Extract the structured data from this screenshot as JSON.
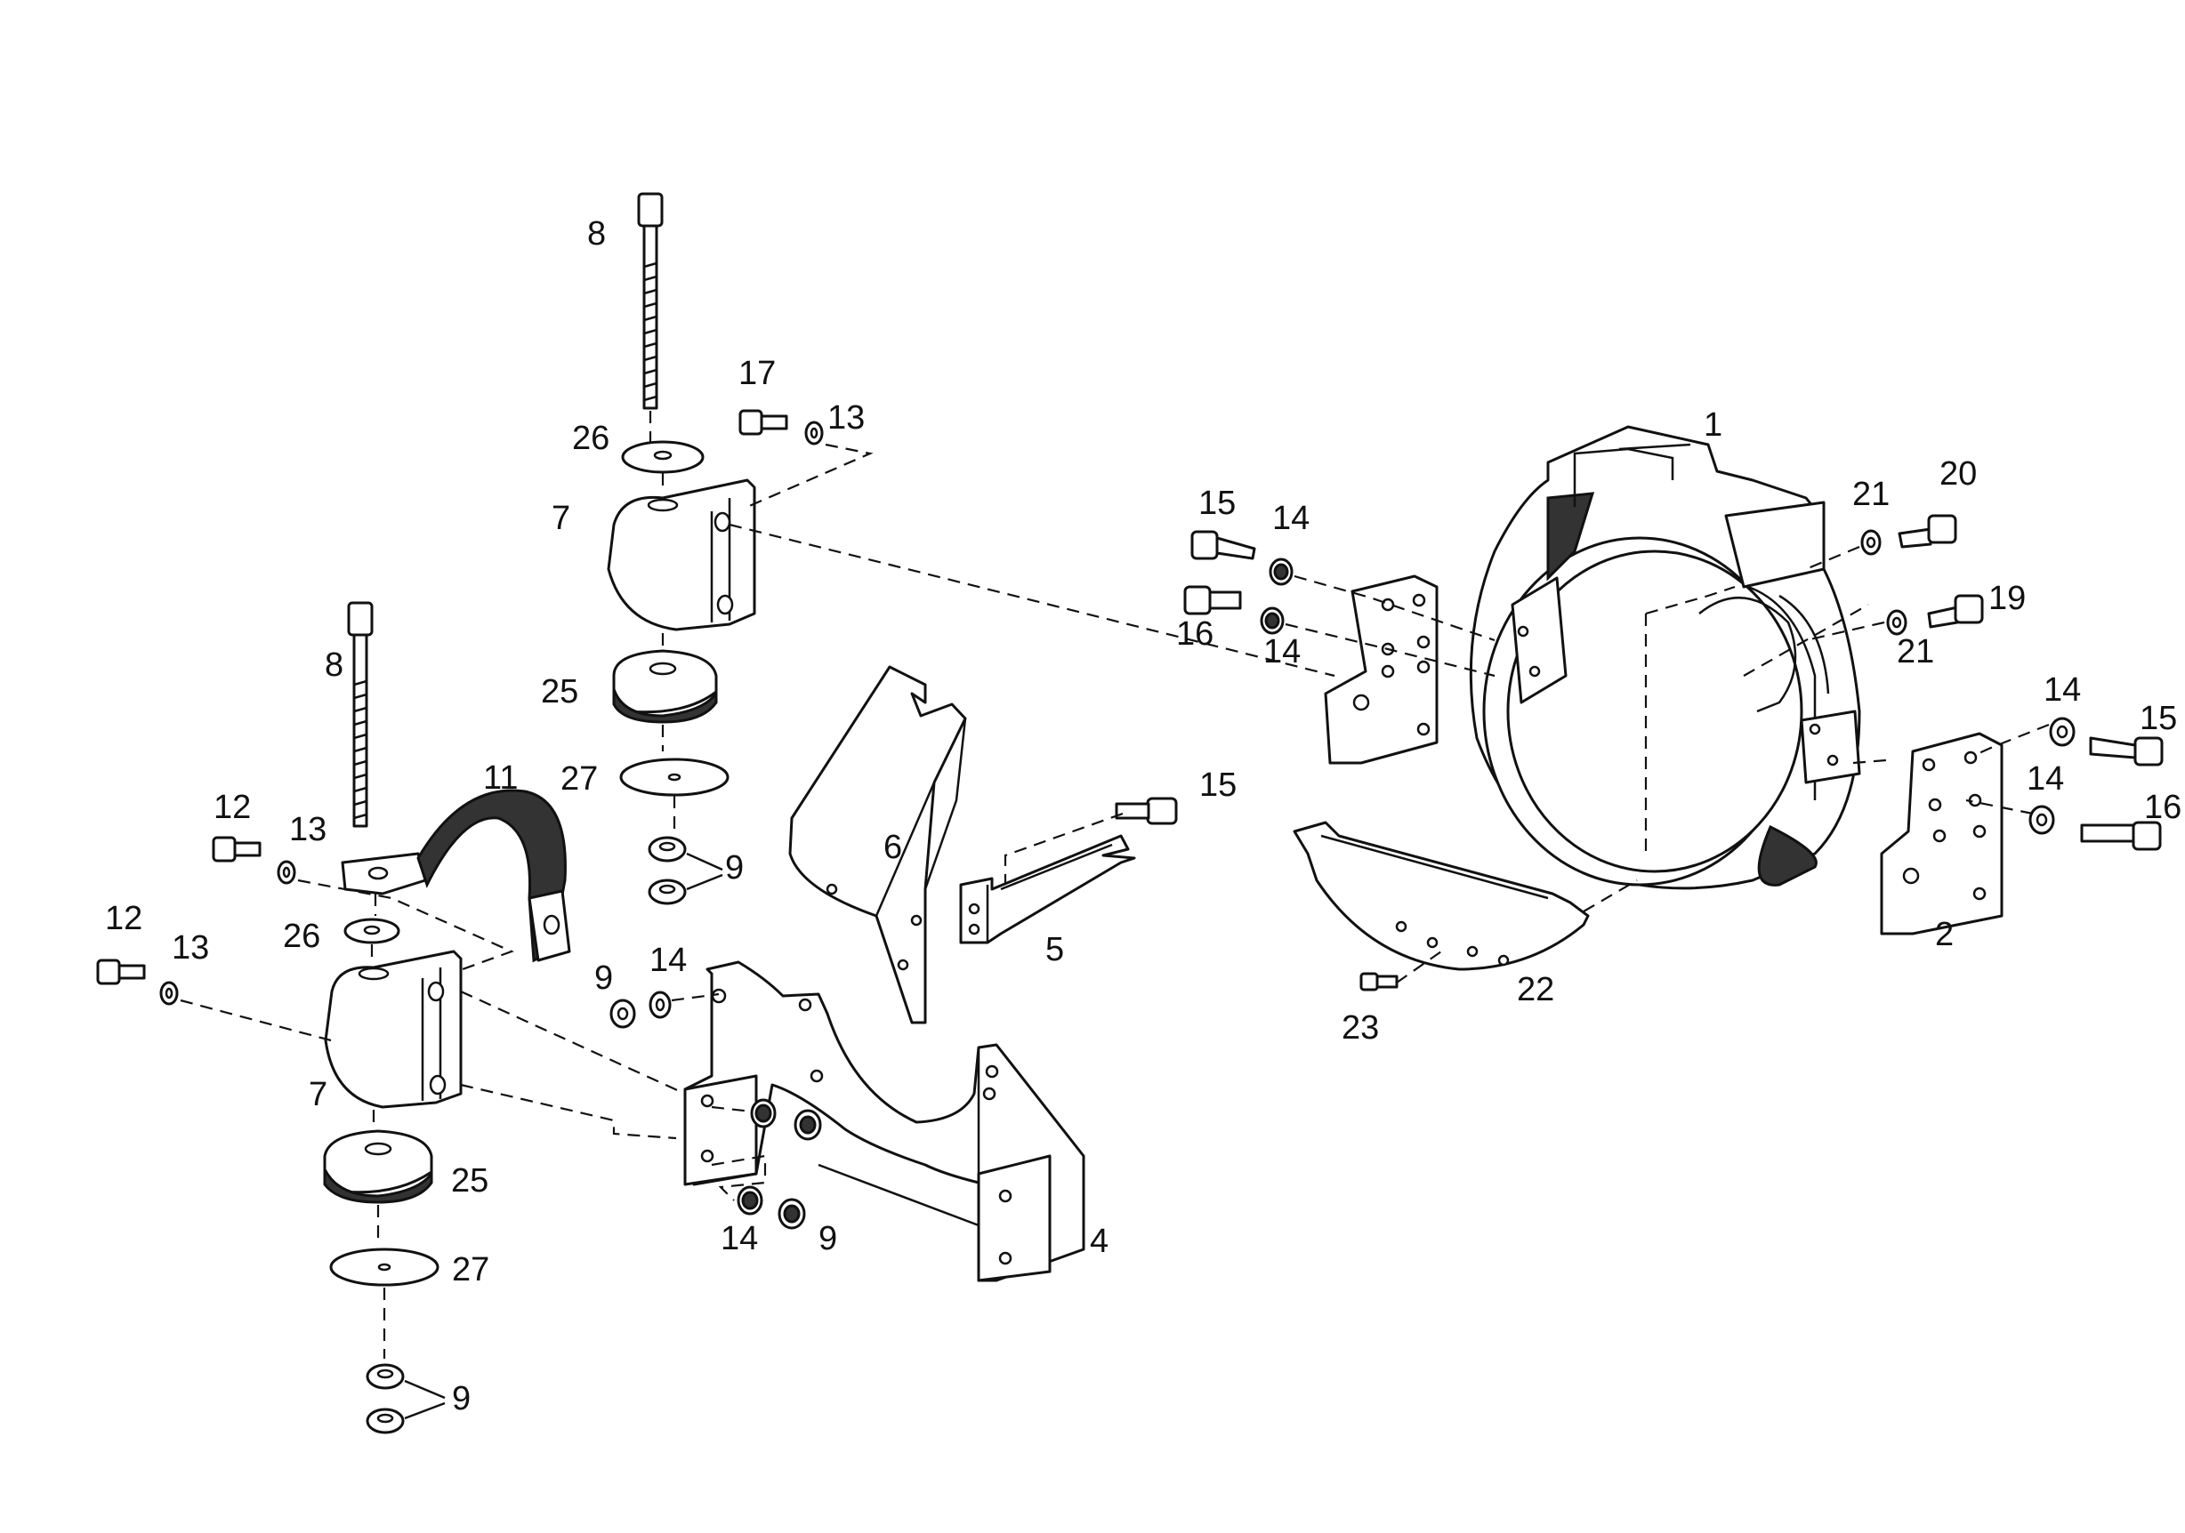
{
  "callouts": {
    "c1": "1",
    "c2": "2",
    "c4": "4",
    "c5": "5",
    "c6": "6",
    "c7a": "7",
    "c7b": "7",
    "c8a": "8",
    "c8b": "8",
    "c9a": "9",
    "c9b": "9",
    "c9c": "9",
    "c9d": "9",
    "c11": "11",
    "c12a": "12",
    "c12b": "12",
    "c13a": "13",
    "c13b": "13",
    "c13c": "13",
    "c14a": "14",
    "c14b": "14",
    "c14c": "14",
    "c14d": "14",
    "c14e": "14",
    "c14f": "14",
    "c15a": "15",
    "c15b": "15",
    "c15c": "15",
    "c16a": "16",
    "c16b": "16",
    "c17": "17",
    "c19": "19",
    "c20": "20",
    "c21a": "21",
    "c21b": "21",
    "c22": "22",
    "c23": "23",
    "c25a": "25",
    "c25b": "25",
    "c26a": "26",
    "c26b": "26",
    "c27a": "27",
    "c27b": "27"
  },
  "colors": {
    "ink": "#111111",
    "paper": "#ffffff"
  }
}
